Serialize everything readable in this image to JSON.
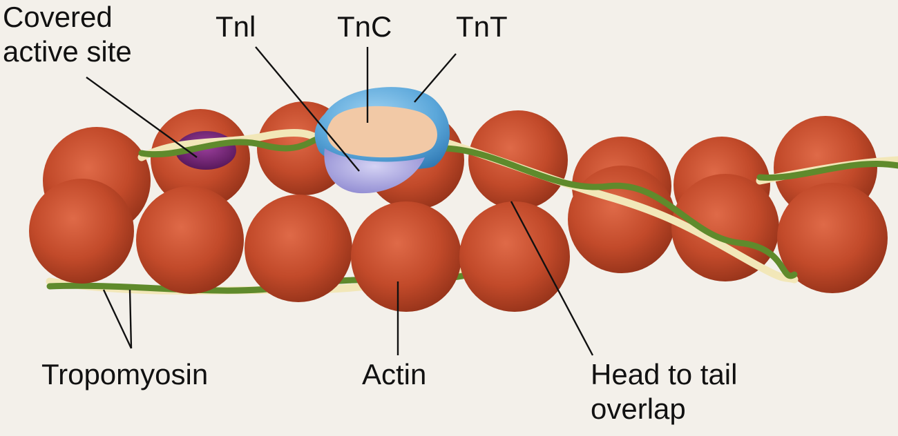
{
  "labels": {
    "covered_active_site": "Covered\nactive site",
    "tni": "Tnl",
    "tnc": "TnC",
    "tnt": "TnT",
    "tropomyosin": "Tropomyosin",
    "actin": "Actin",
    "head_to_tail": "Head to tail\noverlap"
  },
  "colors": {
    "background": "#f3f0ea",
    "actin": "#c24a2a",
    "tropomyosin_green": "#5f8a2c",
    "tropomyosin_cream": "#f2e7b8",
    "tnt_blue": "#5ba7da",
    "tnc_peach": "#f2c9a6",
    "tni_lavender": "#a9a6dc",
    "active_site_purple": "#6b1f6e"
  }
}
